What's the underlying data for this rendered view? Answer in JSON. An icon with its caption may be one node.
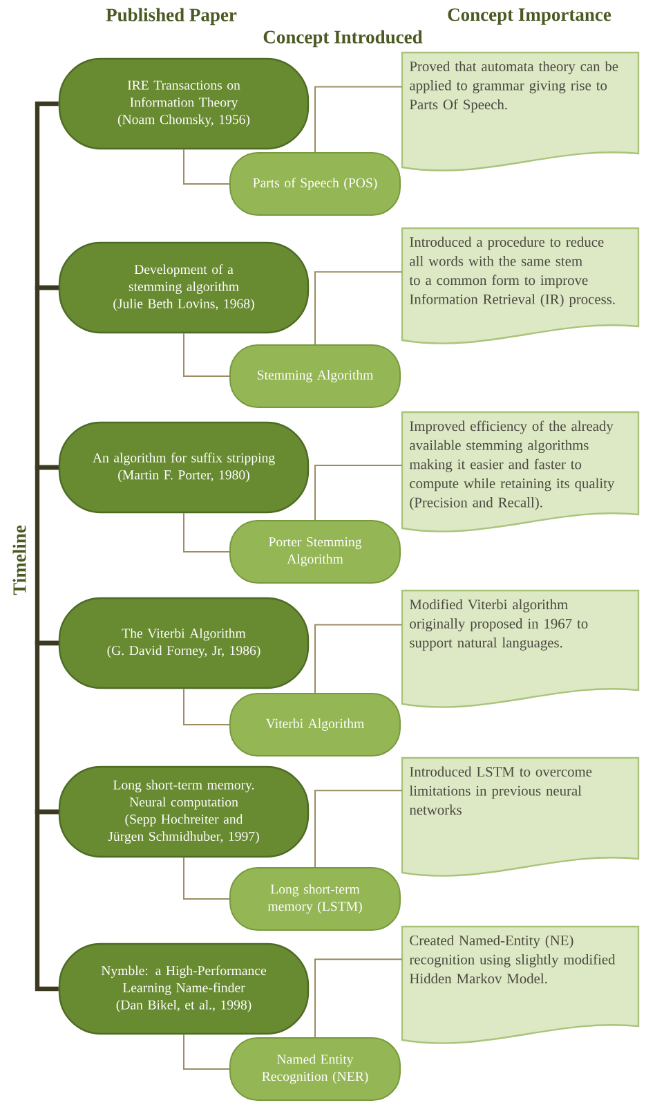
{
  "diagram": {
    "nodes": [
      {
        "text": [
          "IRE Transactions on Information Theory",
          "(Noam Chomsky, 1956)"
        ]
      },
      {
        "text": [
          "Parts of Speech (POS)"
        ]
      },
      {
        "text": [
          "Proved that automata theory can be applied to grammar giving rise to Parts Of Speech."
        ]
      },
      {
        "text": [
          "Development of a stemming algorithm",
          "(Julie Beth Lovins, 1968)"
        ]
      },
      {
        "text": [
          "Stemming Algorithm"
        ]
      },
      {
        "text": [
          "Introduced a procedure to reduce all words with the same stem to a common form to improve Information Retrieval (IR) process."
        ]
      },
      {
        "text": [
          "An algorithm for suffix stripping",
          "(Martin F. Porter, 1980)"
        ]
      },
      {
        "text": [
          "Porter Stemming Algorithm"
        ]
      },
      {
        "text": [
          "Improved efficiency of the already available stemming algorithms making it easier and faster to compute while retaining its quality (Precision and Recall)."
        ]
      },
      {
        "text": [
          "The Viterbi Algorithm",
          "(G. David Forney, Jr, 1986)"
        ]
      },
      {
        "text": [
          "Viterbi Algorithm"
        ]
      },
      {
        "text": [
          "Modified Viterbi algorithm originally proposed in 1967 to support natural languages."
        ]
      },
      {
        "text": [
          "Long short-term memory. Neural computation",
          "(Sepp Hochreiter and Jürgen Schmidhuber, 1997)"
        ]
      },
      {
        "text": [
          "Long short-term memory (LSTM)"
        ]
      },
      {
        "text": [
          "Introduced LSTM to overcome limitations in previous neural networks"
        ]
      },
      {
        "text": [
          "Nymble: a High-Performance Learning Name-finder",
          "(Dan Bikel, et al., 1998)"
        ]
      },
      {
        "text": [
          "Named Entity Recognition (NER)"
        ]
      },
      {
        "text": [
          "Created Named-Entity (NE) recognition using slightly modified Hidden Markov Model."
        ]
      }
    ],
    "edges": [
      {
        "from": 0,
        "to": 1,
        "arrow": "none"
      },
      {
        "from": 1,
        "to": 2,
        "arrow": "none"
      },
      {
        "from": 3,
        "to": 4,
        "arrow": "none"
      },
      {
        "from": 4,
        "to": 5,
        "arrow": "none"
      },
      {
        "from": 6,
        "to": 7,
        "arrow": "none"
      },
      {
        "from": 7,
        "to": 8,
        "arrow": "none"
      },
      {
        "from": 9,
        "to": 10,
        "arrow": "none"
      },
      {
        "from": 10,
        "to": 11,
        "arrow": "none"
      },
      {
        "from": 12,
        "to": 13,
        "arrow": "none"
      },
      {
        "from": 13,
        "to": 14,
        "arrow": "none"
      },
      {
        "from": 15,
        "to": 16,
        "arrow": "none"
      },
      {
        "from": 16,
        "to": 17,
        "arrow": "none"
      },
      {
        "from": 0,
        "to": 3,
        "arrow": "none",
        "style": "thick",
        "color": "#3b3a20"
      },
      {
        "from": 3,
        "to": 6,
        "arrow": "none",
        "style": "thick",
        "color": "#3b3a20"
      },
      {
        "from": 6,
        "to": 9,
        "arrow": "none",
        "style": "thick",
        "color": "#3b3a20"
      },
      {
        "from": 9,
        "to": 12,
        "arrow": "none",
        "style": "thick",
        "color": "#3b3a20"
      },
      {
        "from": 12,
        "to": 15,
        "arrow": "none",
        "style": "thick",
        "color": "#3b3a20"
      }
    ],
    "labels": [
      "Published Paper",
      "Concept Importance",
      "Concept Introduced",
      "Timeline"
    ]
  }
}
